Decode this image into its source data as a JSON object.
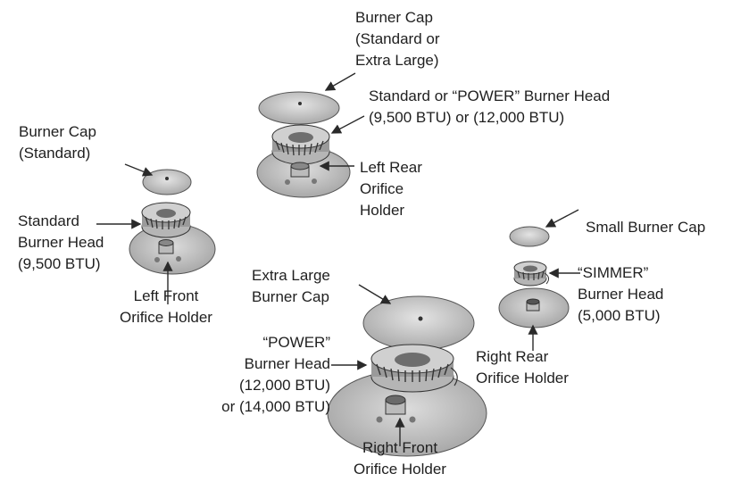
{
  "burners": {
    "left_rear": {
      "cap_label": [
        "Burner Cap",
        "(Standard or",
        "Extra Large)"
      ],
      "head_label": [
        "Standard or “POWER” Burner Head",
        "(9,500 BTU) or (12,000 BTU)"
      ],
      "holder_label": [
        "Left Rear",
        "Orifice",
        "Holder"
      ]
    },
    "left_front": {
      "cap_label": [
        "Burner Cap",
        "(Standard)"
      ],
      "head_label": [
        "Standard",
        "Burner Head",
        "(9,500 BTU)"
      ],
      "holder_label": [
        "Left Front",
        "Orifice Holder"
      ]
    },
    "right_front": {
      "cap_label": [
        "Extra Large",
        "Burner Cap"
      ],
      "head_label": [
        "“POWER”",
        "Burner Head",
        "(12,000 BTU)",
        "or (14,000 BTU)"
      ],
      "holder_label": [
        "Right Front",
        "Orifice Holder"
      ]
    },
    "right_rear": {
      "cap_label": [
        "Small Burner Cap"
      ],
      "head_label": [
        "“SIMMER”",
        "Burner Head",
        "(5,000 BTU)"
      ],
      "holder_label": [
        "Right Rear",
        "Orifice Holder"
      ]
    }
  },
  "colors": {
    "part_fill": "#cfcfcf",
    "part_dark": "#8a8a8a",
    "line": "#2a2a2a"
  }
}
